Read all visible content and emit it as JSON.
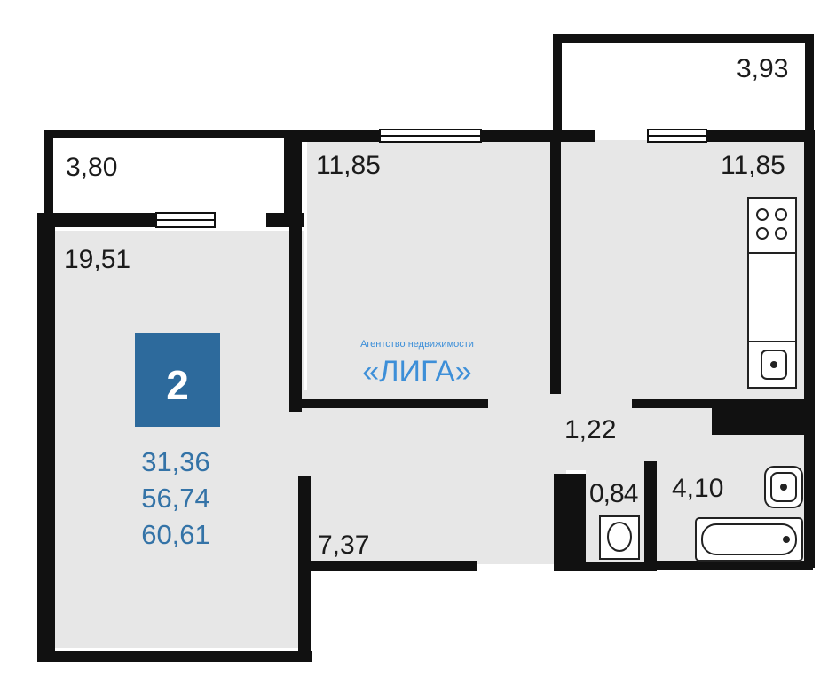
{
  "colors": {
    "wall": "#111111",
    "floor": "#e7e7e7",
    "balcony": "#ffffff",
    "badge": "#2d6a9c",
    "stat_text": "#3473a7",
    "watermark": "#3d8fd8"
  },
  "rooms": {
    "balcony_left": "3,80",
    "living_room": "19,51",
    "bedroom": "11,85",
    "balcony_right": "3,93",
    "kitchen": "11,85",
    "corridor": "1,22",
    "hall": "7,37",
    "wc": "0,84",
    "bathroom": "4,10"
  },
  "badge": {
    "rooms_count": "2"
  },
  "stats": {
    "living_area": "31,36",
    "total_area": "56,74",
    "total_with_balcony": "60,61"
  },
  "watermark": {
    "line1": "Агентство недвижимости",
    "line2": "«ЛИГА»"
  },
  "icons": [
    "stove-icon",
    "kitchen-sink-icon",
    "bathroom-sink-icon",
    "bathtub-icon",
    "toilet-icon",
    "window-icon"
  ]
}
